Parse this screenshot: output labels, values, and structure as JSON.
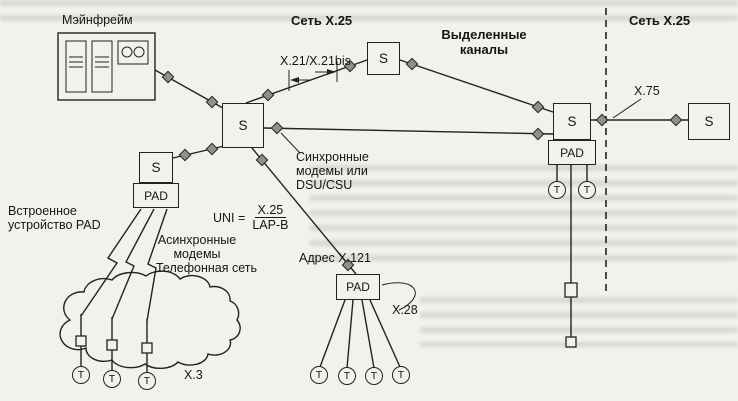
{
  "labels": {
    "mainframe": "Мэйнфрейм",
    "network_left": "Сеть X.25",
    "network_right": "Сеть X.25",
    "dedicated_channels": [
      "Выделенные",
      "каналы"
    ],
    "x21": "X.21/X.21bis",
    "x75": "X.75",
    "sync_modems": [
      "Синхронные",
      "модемы или",
      "DSU/CSU"
    ],
    "uni_prefix": "UNI =",
    "uni_top": "X.25",
    "uni_bottom": "LAP-B",
    "embedded_pad": [
      "Встроенное",
      "устройство PAD"
    ],
    "async_modems": [
      "Асинхронные",
      "модемы"
    ],
    "phone_network": "Телефонная сеть",
    "address": "Адрес X.121",
    "x28": "X.28",
    "x3": "X.3"
  },
  "nodes": {
    "switch_label": "S",
    "pad_label": "PAD",
    "terminal_label": "T"
  },
  "colors": {
    "line": "#222222",
    "diamond": "#8f8f8f",
    "bg": "#f0f2ec",
    "ink": "#161616"
  }
}
